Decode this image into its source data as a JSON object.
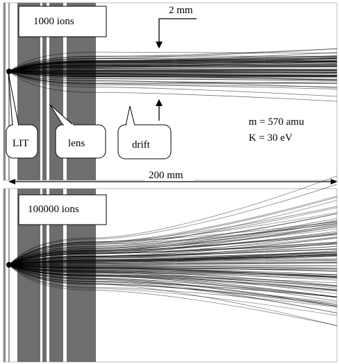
{
  "top_panel": {
    "ion_count_label": "1000 ions",
    "dimension_label": "2 mm",
    "callouts": {
      "lit": "LIT",
      "lens": "lens",
      "drift": "drift"
    },
    "params": {
      "mass": "m = 570 amu",
      "energy": "K = 30 eV"
    }
  },
  "scale": {
    "length_label": "200 mm"
  },
  "bottom_panel": {
    "ion_count_label": "100000 ions"
  },
  "colors": {
    "electrode": "#6e6e6e",
    "trajectory": "#000000",
    "background": "#ffffff"
  }
}
